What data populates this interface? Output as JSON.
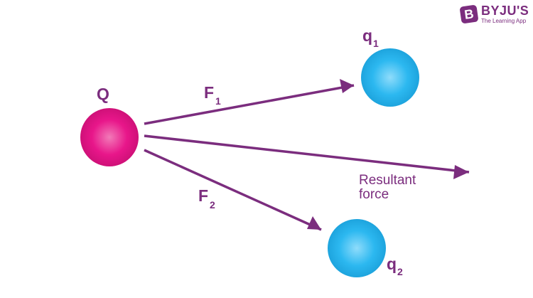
{
  "logo": {
    "badge_letter": "B",
    "name": "BYJU'S",
    "tagline": "The Learning App"
  },
  "charges": {
    "Q": {
      "label": "Q",
      "sub": "",
      "color": "#e8168a"
    },
    "q1": {
      "label": "q",
      "sub": "1",
      "color": "#22b3ee"
    },
    "q2": {
      "label": "q",
      "sub": "2",
      "color": "#22b3ee"
    }
  },
  "forces": {
    "F1": {
      "label": "F",
      "sub": "1"
    },
    "F2": {
      "label": "F",
      "sub": "2"
    },
    "resultant": {
      "line1": "Resultant",
      "line2": "force"
    }
  },
  "colors": {
    "arrow": "#7b2d7e",
    "label": "#7b2d7e",
    "brand": "#7b2d7e"
  }
}
